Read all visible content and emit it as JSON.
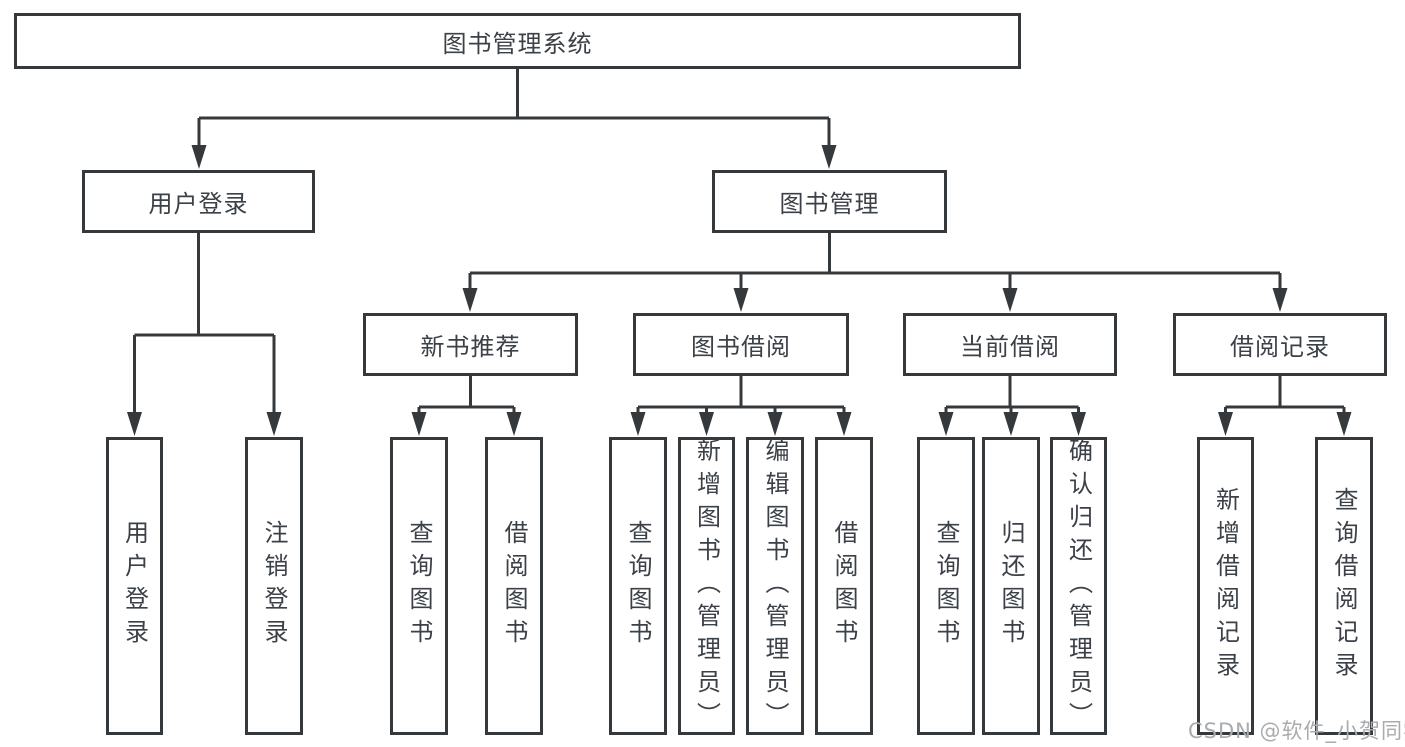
{
  "diagram_type": "hierarchy-tree",
  "colors": {
    "line": "#35393c",
    "text": "#3b4147",
    "watermark": "#a9abad",
    "bg": "#ffffff"
  },
  "tree": {
    "label": "图书管理系统",
    "children": [
      {
        "label": "用户登录",
        "children": [
          {
            "label": "用户登录"
          },
          {
            "label": "注销登录"
          }
        ]
      },
      {
        "label": "图书管理",
        "children": [
          {
            "label": "新书推荐",
            "children": [
              {
                "label": "查询图书"
              },
              {
                "label": "借阅图书"
              }
            ]
          },
          {
            "label": "图书借阅",
            "children": [
              {
                "label": "查询图书"
              },
              {
                "label": "新增图书（管理员）"
              },
              {
                "label": "编辑图书（管理员）"
              },
              {
                "label": "借阅图书"
              }
            ]
          },
          {
            "label": "当前借阅",
            "children": [
              {
                "label": "查询图书"
              },
              {
                "label": "归还图书"
              },
              {
                "label": "确认归还（管理员）"
              }
            ]
          },
          {
            "label": "借阅记录",
            "children": [
              {
                "label": "新增借阅记录"
              },
              {
                "label": "查询借阅记录"
              }
            ]
          }
        ]
      }
    ]
  },
  "watermark": {
    "text": "CSDN @软件_小贺同学"
  }
}
